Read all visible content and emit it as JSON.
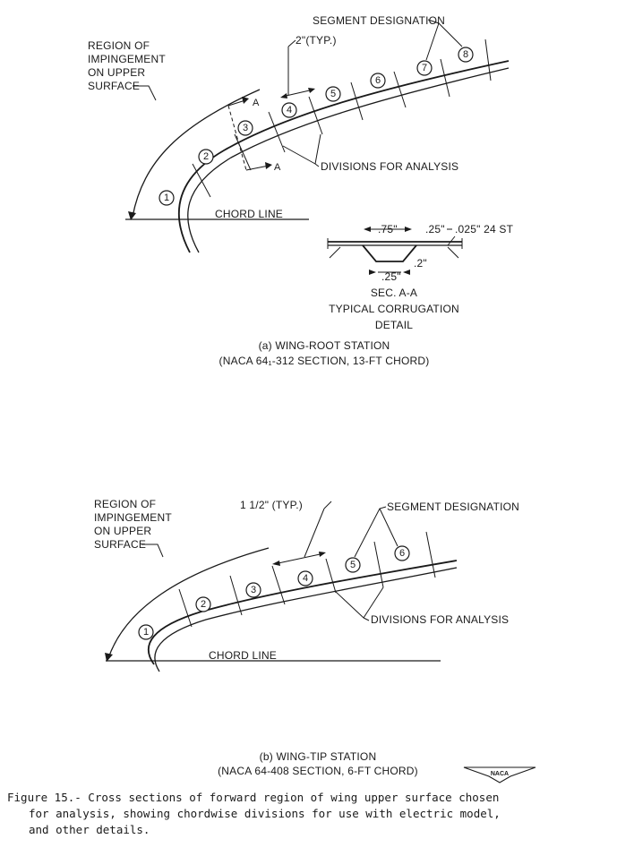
{
  "root": {
    "region_label": [
      "REGION OF",
      "IMPINGEMENT",
      "ON UPPER",
      "SURFACE"
    ],
    "segment_label": "SEGMENT DESIGNATION",
    "typ_label": "2\"(TYP.)",
    "divisions_label": "DIVISIONS FOR ANALYSIS",
    "chord_label": "CHORD LINE",
    "section_marker": "A",
    "segments": [
      "1",
      "2",
      "3",
      "4",
      "5",
      "6",
      "7",
      "8"
    ],
    "caption_line1": "(a) WING-ROOT STATION",
    "caption_line2": "(NACA 64₁-312 SECTION, 13-FT CHORD)"
  },
  "detail": {
    "dim_075": ".75\"",
    "dim_025_top": ".25\"",
    "dim_skin": ".025\" 24 ST",
    "dim_02": ".2\"",
    "dim_025_bot": ".25\"",
    "title1": "SEC. A-A",
    "title2": "TYPICAL CORRUGATION",
    "title3": "DETAIL"
  },
  "tip": {
    "region_label": [
      "REGION OF",
      "IMPINGEMENT",
      "ON UPPER",
      "SURFACE"
    ],
    "segment_label": "SEGMENT DESIGNATION",
    "typ_label": "1 1/2\" (TYP.)",
    "divisions_label": "DIVISIONS FOR ANALYSIS",
    "chord_label": "CHORD LINE",
    "segments": [
      "1",
      "2",
      "3",
      "4",
      "5",
      "6"
    ],
    "caption_line1": "(b) WING-TIP STATION",
    "caption_line2": "(NACA 64-408 SECTION, 6-FT CHORD)"
  },
  "logo_text": "NACA",
  "figure_caption": [
    "Figure 15.- Cross sections of forward region of wing upper surface chosen",
    "for analysis, showing chordwise divisions for use with electric model,",
    "and other details."
  ]
}
